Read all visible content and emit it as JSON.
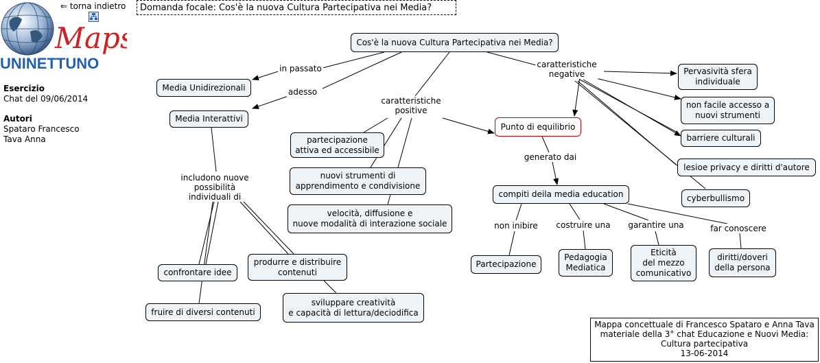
{
  "header": {
    "back_link": "⇐ torna indietro",
    "focal_question": "Domanda focale: Cos'è la nuova Cultura Partecipativa nei Media?",
    "logo_maps": "Maps",
    "logo_brand": "UNINETTUNO"
  },
  "sidebar": {
    "exercise_heading": "Esercizio",
    "exercise_value": "Chat del 09/06/2014",
    "authors_heading": "Autori",
    "authors": [
      "Spataro Francesco",
      "Tava Anna"
    ]
  },
  "nodes": {
    "root": "Cos'è la nuova Cultura Partecipativa nei Media?",
    "media_unidirezionali": "Media Unidirezionali",
    "media_interattivi": "Media Interattivi",
    "partecipazione_attiva": "partecipazione\nattiva ed accessibile",
    "nuovi_strumenti": "nuovi strumenti di\napprendimento e condivisione",
    "velocita": "velocità, diffusione e\nnuove modalità di interazione sociale",
    "punto_equilibrio": "Punto di equilibrio",
    "pervasivita": "Pervasività sfera\nindividuale",
    "non_facile": "non facile accesso a\nnuovi strumenti",
    "barriere": "barriere culturali",
    "privacy": "lesioe privacy e diritti d'autore",
    "cyberbullismo": "cyberbullismo",
    "compiti": "compiti deila media education",
    "partecipazione": "Partecipazione",
    "pedagogia": "Pedagogia\nMediatica",
    "eticita": "Eticità\ndel mezzo\ncomunicativo",
    "diritti_doveri": "diritti/doveri\ndella persona",
    "confrontare": "confrontare idee",
    "fruire": "fruire di diversi contenuti",
    "produrre": "produrre e distribuire\ncontenuti",
    "sviluppare": "sviluppare creatività\ne capacità di lettura/deciodifica"
  },
  "links": {
    "in_passato": "in passato",
    "adesso": "adesso",
    "caratteristiche_positive": "caratteristiche\npositive",
    "caratteristiche_negative": "caratteristiche\nnegative",
    "generato_dai": "generato dai",
    "includono": "includono nuove\npossibilità\nindividuali di",
    "non_inibire": "non inibire",
    "costruire_una": "costruire una",
    "garantire_una": "garantire una",
    "far_conoscere": "far conoscere"
  },
  "credits": "Mappa concettuale di Francesco Spataro e Anna Tava\nmateriale della 3° chat Educazione e Nuovi Media:\nCultura partecipativa\n13-06-2014",
  "colors": {
    "node_fill": "#eef3f7",
    "highlight_border": "#cc0000",
    "logo_red": "#cc2222",
    "logo_blue": "#1f5fb4"
  }
}
